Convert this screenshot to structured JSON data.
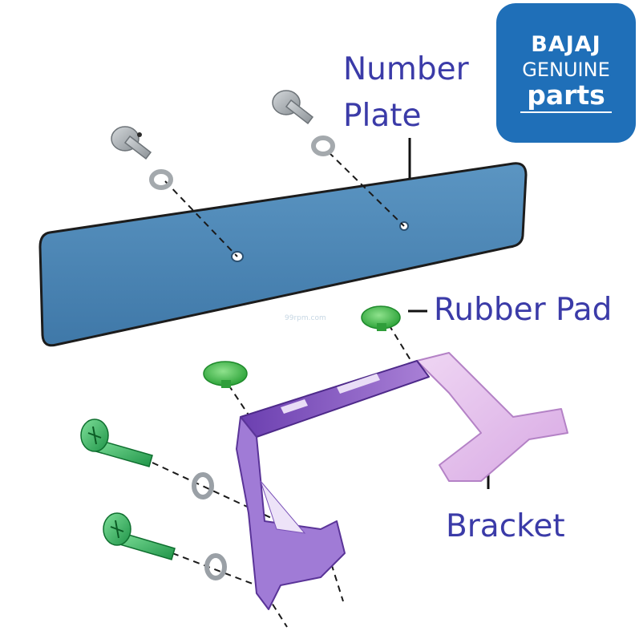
{
  "labels": {
    "number": "Number",
    "plate": "Plate",
    "rubber_pad": "Rubber Pad",
    "bracket": "Bracket"
  },
  "logo": {
    "brand": "BAJAJ",
    "line1": "GENUINE",
    "line2": "parts"
  },
  "watermark": "99rpm.com",
  "colors": {
    "label_text": "#3b3ba8",
    "logo_bg": "#1f6fb8",
    "plate_fill": "#4b87b5",
    "bracket_purple": "#9b6fd0",
    "bracket_pink": "#e6c6ec",
    "rubber_green": "#48c34f",
    "screw_green": "#2fae57",
    "screw_grey": "#9aa0a6"
  },
  "icons": {
    "screw": "bolt-icon",
    "washer": "washer-icon",
    "pad": "rubber-pad-icon"
  }
}
